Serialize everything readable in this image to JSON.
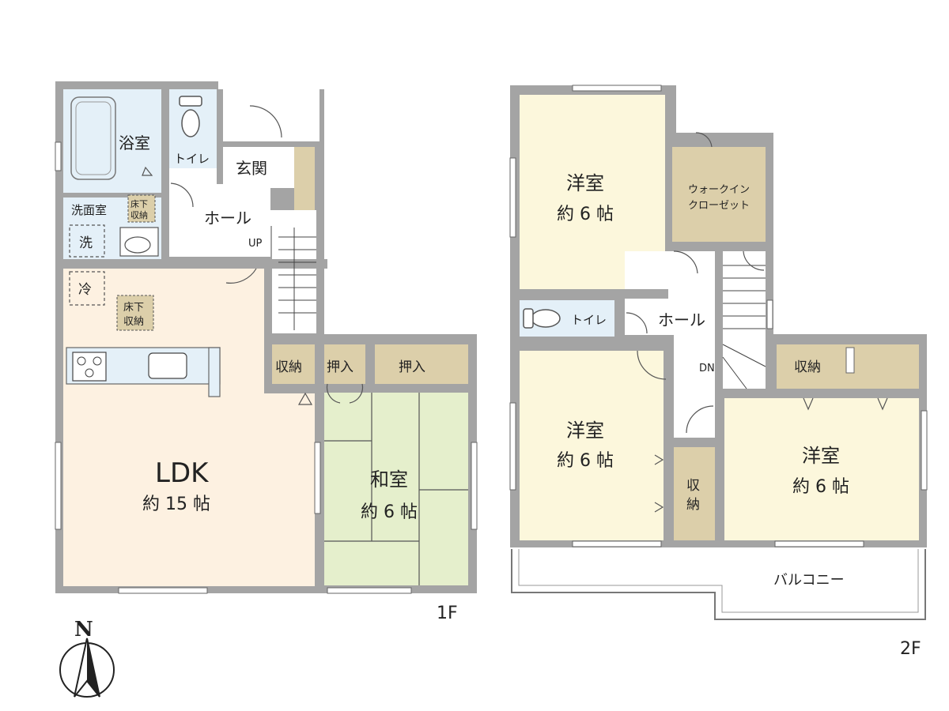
{
  "floors": {
    "first": {
      "label": "1F",
      "rooms": {
        "bath": "浴室",
        "toilet": "トイレ",
        "entrance": "玄関",
        "hall": "ホール",
        "up": "UP",
        "washroom": "洗面室",
        "washer": "洗",
        "underfloor1_line1": "床下",
        "underfloor1_line2": "収納",
        "fridge": "冷",
        "underfloor2_line1": "床下",
        "underfloor2_line2": "収納",
        "ldk_name": "LDK",
        "ldk_size": "約 15 帖",
        "storage": "収納",
        "closet1": "押入",
        "closet2": "押入",
        "washitsu_name": "和室",
        "washitsu_size": "約 6 帖"
      }
    },
    "second": {
      "label": "2F",
      "rooms": {
        "room1_name": "洋室",
        "room1_size": "約 6 帖",
        "wic_line1": "ウォークイン",
        "wic_line2": "クローゼット",
        "toilet": "トイレ",
        "hall": "ホール",
        "dn": "DN",
        "storage_top": "収納",
        "room2_name": "洋室",
        "room2_size": "約 6 帖",
        "storage_side_line1": "収",
        "storage_side_line2": "納",
        "room3_name": "洋室",
        "room3_size": "約 6 帖",
        "balcony": "バルコニー"
      }
    }
  },
  "compass": {
    "north": "N"
  },
  "colors": {
    "wall": "#a4a4a4",
    "wall_dark": "#8f8f8f",
    "ldk": "#fdf1e1",
    "wet": "#e4f0f8",
    "washitsu": "#e5efcc",
    "youshitsu": "#fcf7dc",
    "storage": "#dccfaa",
    "floor_white": "#ffffff"
  }
}
